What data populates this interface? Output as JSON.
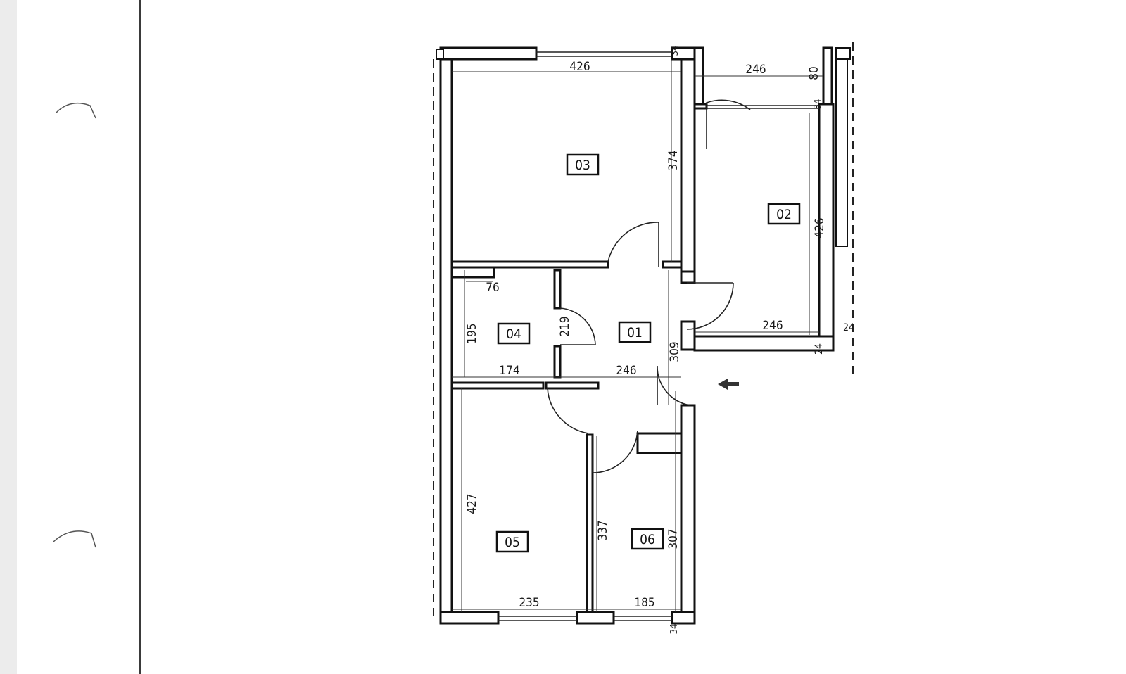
{
  "rooms": {
    "r01": "01",
    "r02": "02",
    "r03": "03",
    "r04": "04",
    "r05": "05",
    "r06": "06"
  },
  "dimensions": {
    "top_width_03": "426",
    "balcony_width": "246",
    "balcony_depth": "80",
    "top_wall": "34",
    "balcony_wall": "34",
    "height_03": "374",
    "height_02": "426",
    "width_02_bottom": "246",
    "wall_02": "24",
    "wall_02b": "24",
    "closet_76": "76",
    "height_04": "195",
    "width_04": "174",
    "door_04": "219",
    "width_01": "246",
    "height_01": "309",
    "height_05": "427",
    "width_05": "235",
    "wall_06_left": "337",
    "height_06": "307",
    "width_06": "185",
    "bottom_wall": "34"
  }
}
